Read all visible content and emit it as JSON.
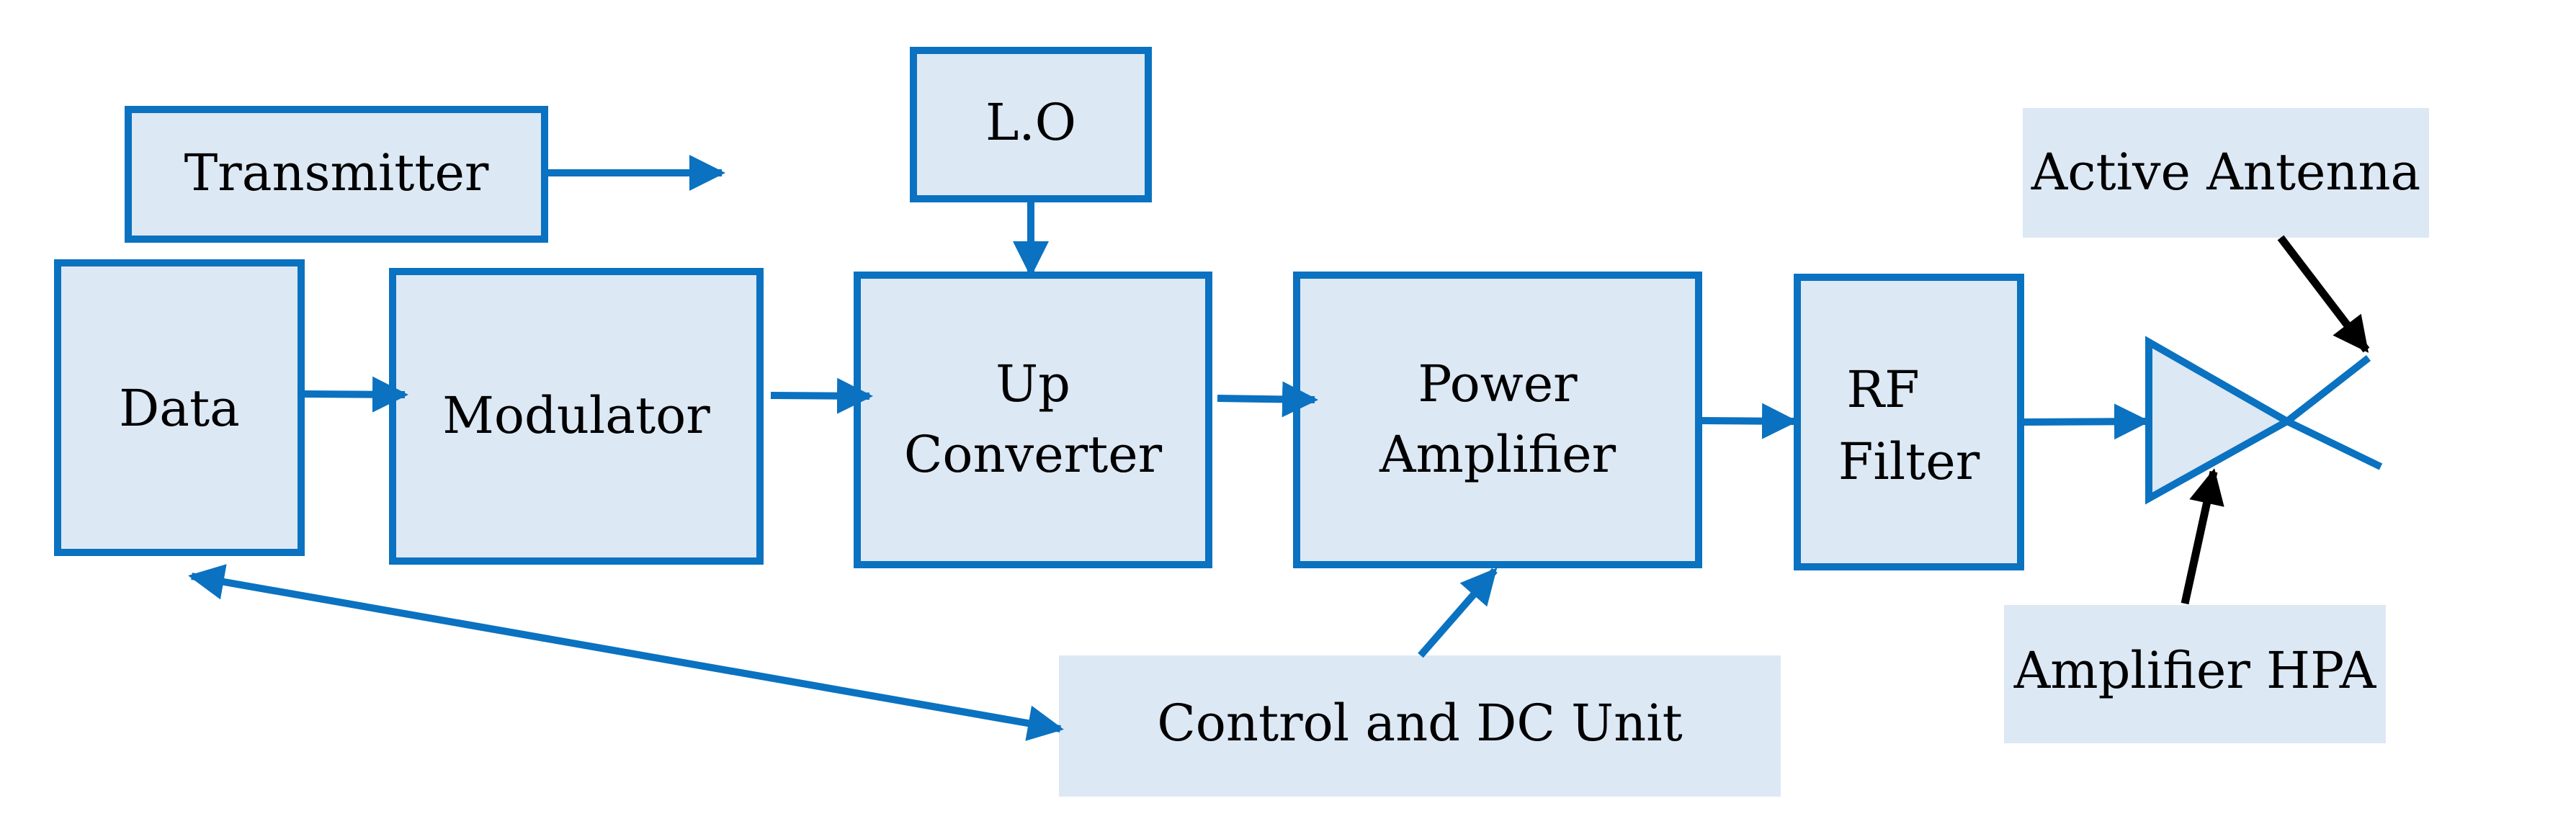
{
  "colors": {
    "accent": "#0a72c0",
    "box_fill": "#dde8f5",
    "text": "#000000"
  },
  "blocks": {
    "transmitter": "Transmitter",
    "data": "Data",
    "modulator": "Modulator",
    "lo": "L.O",
    "up_converter": [
      "Up",
      "Converter"
    ],
    "power_amplifier": [
      "Power",
      "Amplifier"
    ],
    "rf_filter": [
      "RF",
      "Filter"
    ],
    "control_dc_unit": "Control and DC Unit",
    "active_antenna": "Active Antenna",
    "amplifier_hpa": "Amplifier HPA"
  },
  "icons": {
    "amplifier": "triangle-amplifier-icon",
    "antenna": "antenna-icon"
  }
}
